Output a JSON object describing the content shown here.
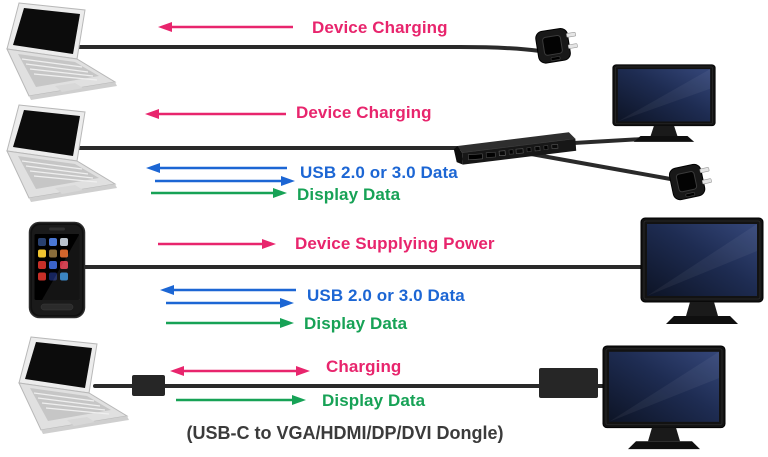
{
  "palette": {
    "charging_pink": "#e8256d",
    "usb_data_blue": "#1c66d4",
    "display_data_green": "#17a256",
    "caption_gray": "#3b3b3b",
    "cable_black": "#2a2a2a"
  },
  "rows": [
    {
      "name": "laptop-charging-from-wall-charger",
      "left_device": "laptop",
      "right_device": "wall-charger",
      "arrows": [
        {
          "label": "Device Charging",
          "direction": "left",
          "color": "#e8256d"
        }
      ]
    },
    {
      "name": "laptop-with-usb-c-dock",
      "left_device": "laptop",
      "middle_device": "usb-c-dock",
      "right_devices": [
        "monitor",
        "wall-charger"
      ],
      "arrows": [
        {
          "label": "Device Charging",
          "direction": "left",
          "color": "#e8256d"
        },
        {
          "label": "USB 2.0 or 3.0 Data",
          "direction": "both",
          "color": "#1c66d4"
        },
        {
          "label": "Display Data",
          "direction": "right",
          "color": "#17a256"
        }
      ]
    },
    {
      "name": "smartphone-driving-monitor",
      "left_device": "smartphone",
      "right_device": "monitor",
      "arrows": [
        {
          "label": "Device Supplying Power",
          "direction": "right",
          "color": "#e8256d"
        },
        {
          "label": "USB 2.0 or 3.0 Data",
          "direction": "both",
          "color": "#1c66d4"
        },
        {
          "label": "Display Data",
          "direction": "right",
          "color": "#17a256"
        }
      ]
    },
    {
      "name": "laptop-with-video-dongle",
      "left_device": "laptop",
      "adapters": [
        "usb-c-connector",
        "video-dongle"
      ],
      "right_device": "monitor",
      "arrows": [
        {
          "label": "Charging",
          "direction": "both",
          "color": "#e8256d"
        },
        {
          "label": "Display Data",
          "direction": "right",
          "color": "#17a256"
        }
      ],
      "caption": "(USB-C to VGA/HDMI/DP/DVI Dongle)"
    }
  ]
}
